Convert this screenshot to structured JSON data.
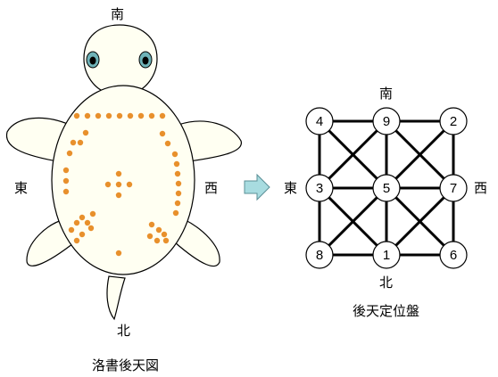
{
  "turtle": {
    "dir_south": "南",
    "dir_east": "東",
    "dir_west": "西",
    "dir_north": "北",
    "caption": "洛書後天図",
    "dot_color": "#E8902C",
    "shell_color": "#FFFFF2",
    "eye_color": "#6FB3B8"
  },
  "arrow": {
    "color": "#A8DCE0",
    "icon": "right-arrow-icon"
  },
  "grid": {
    "dir_south": "南",
    "dir_east": "東",
    "dir_west": "西",
    "dir_north": "北",
    "caption": "後天定位盤",
    "cells": {
      "top_left": "4",
      "top_center": "9",
      "top_right": "2",
      "mid_left": "3",
      "center": "5",
      "mid_right": "7",
      "bottom_left": "8",
      "bottom_center": "1",
      "bottom_right": "6"
    }
  }
}
